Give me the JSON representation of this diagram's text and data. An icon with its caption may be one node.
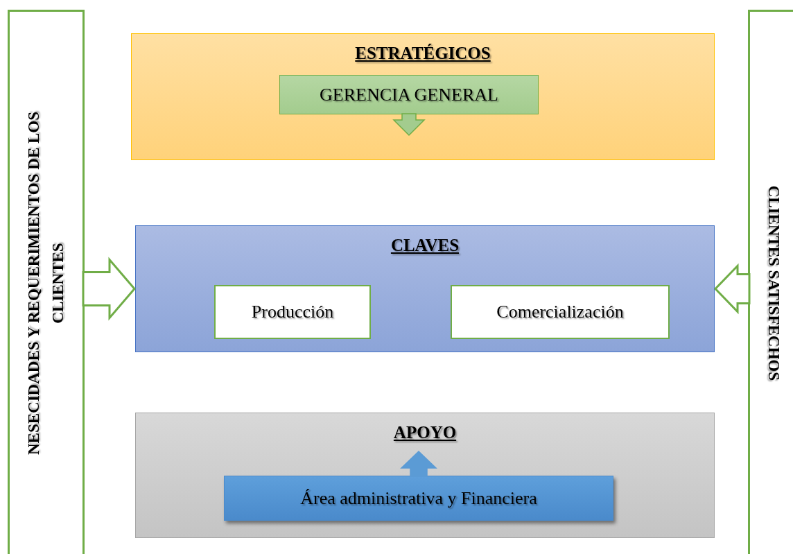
{
  "diagram": {
    "nodes": [
      {
        "text": [
          "NESECIDADES Y REQUERIMIENTOS DE LOS CLIENTES"
        ]
      },
      {
        "text": [
          "ESTRATÉGICOS"
        ]
      },
      {
        "text": [
          "GERENCIA GENERAL"
        ],
        "in": 1
      },
      {
        "text": [
          "CLAVES"
        ]
      },
      {
        "text": [
          "Producción"
        ],
        "in": 3
      },
      {
        "text": [
          "Comercialización"
        ],
        "in": 3
      },
      {
        "text": [
          "CLIENTES SATISFECHOS"
        ]
      },
      {
        "text": [
          "APOYO"
        ]
      },
      {
        "text": [
          "Área administrativa y Financiera"
        ],
        "in": 7
      }
    ],
    "edges": [
      {
        "from": 0,
        "to": 3,
        "arrow": "to"
      },
      {
        "from": 6,
        "to": 3,
        "arrow": "to"
      },
      {
        "from": 2,
        "to": null,
        "arrow": "to"
      },
      {
        "from": 8,
        "to": null,
        "arrow": "to",
        "color": "#5b9bd5"
      }
    ]
  }
}
